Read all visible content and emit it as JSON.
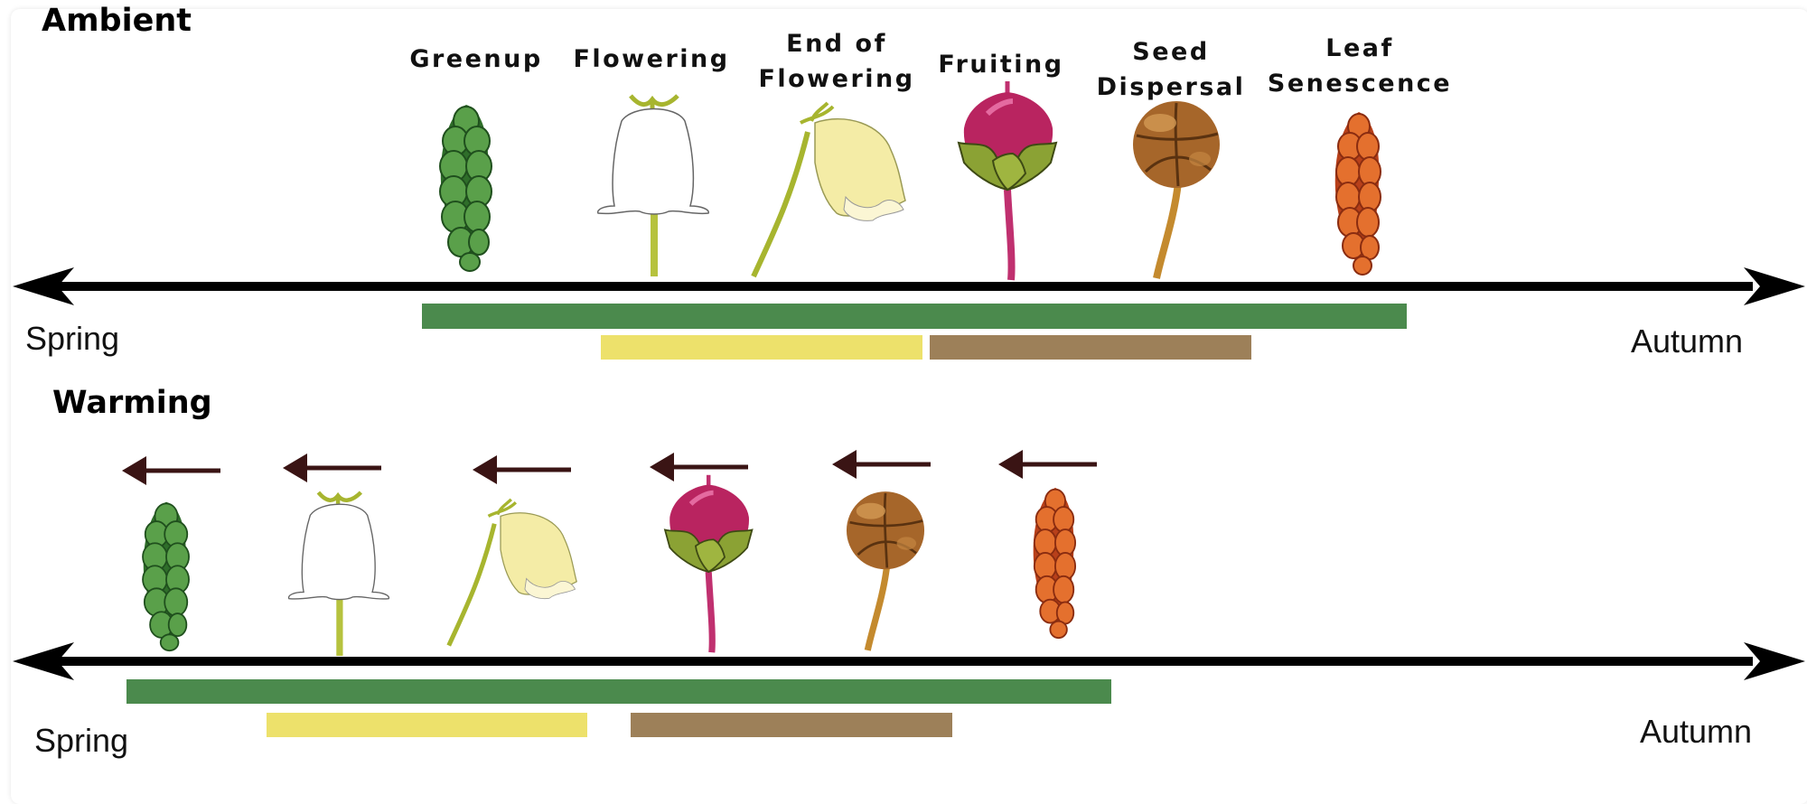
{
  "ambient": {
    "title": "Ambient",
    "stages": [
      {
        "key": "greenup",
        "label": "Greenup",
        "icon": "green-leaf-bud-icon"
      },
      {
        "key": "flowering",
        "label": "Flowering",
        "icon": "white-bell-flower-icon"
      },
      {
        "key": "end_flowering",
        "label": "End of\nFlowering",
        "icon": "wilting-yellow-flower-icon"
      },
      {
        "key": "fruiting",
        "label": "Fruiting",
        "icon": "magenta-fruit-icon"
      },
      {
        "key": "seed_dispersal",
        "label": "Seed\nDispersal",
        "icon": "brown-seed-capsule-icon"
      },
      {
        "key": "leaf_senescence",
        "label": "Leaf\nSenescence",
        "icon": "orange-senescent-leaf-icon"
      }
    ],
    "axis": {
      "start_label": "Spring",
      "end_label": "Autumn"
    }
  },
  "warming": {
    "title": "Warming",
    "shift_direction": "earlier",
    "axis": {
      "start_label": "Spring",
      "end_label": "Autumn"
    }
  },
  "colors": {
    "growing_season_bar": "#4b8a4d",
    "flowering_bar": "#ede16b",
    "fruiting_bar": "#9d8059",
    "shift_arrow": "#3a1414",
    "axis": "#000000"
  }
}
